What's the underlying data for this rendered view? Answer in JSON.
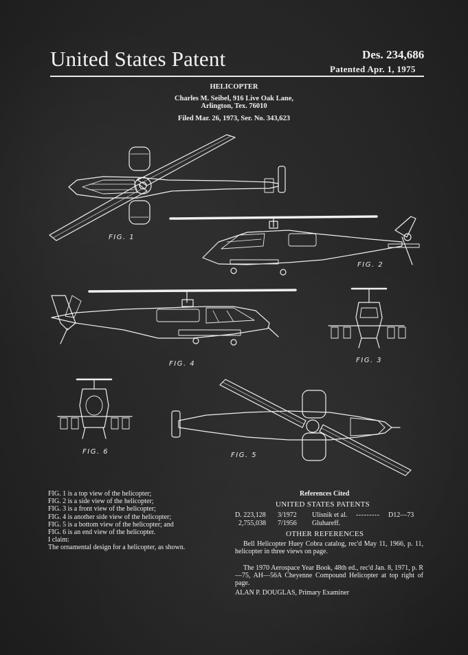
{
  "header": {
    "title": "United States Patent",
    "patent_number": "Des. 234,686",
    "patent_date": "Patented Apr. 1, 1975"
  },
  "patent": {
    "design": "HELICOPTER",
    "inventor_line1": "Charles M. Seibel, 916 Live Oak Lane,",
    "inventor_line2": "Arlington, Tex.   76010",
    "filed": "Filed Mar. 26, 1973, Ser. No. 343,623"
  },
  "figures": {
    "fig1": "FIG. 1",
    "fig2": "FIG. 2",
    "fig3": "FIG. 3",
    "fig4": "FIG. 4",
    "fig5": "FIG. 5",
    "fig6": "FIG. 6"
  },
  "description": {
    "lines": [
      "FIG. 1 is a top view of the helicopter;",
      "FIG. 2 is a side view of the helicopter;",
      "FIG. 3 is a front view of the helicopter;",
      "FIG. 4 is another side view of the helicopter;",
      "FIG. 5 is a bottom view of the helicopter; and",
      "FIG. 6 is an end view of the helicopter.",
      "I claim:",
      "The ornamental design for a helicopter, as shown."
    ]
  },
  "references": {
    "title": "References Cited",
    "us_title": "UNITED STATES PATENTS",
    "us_patents": [
      {
        "number": "D. 223,128",
        "date": "3/1972",
        "name": "Ulisnik et al.",
        "class": "D12—73"
      },
      {
        "number": "2,755,038",
        "date": "7/1956",
        "name": "Gluhareff.",
        "class": ""
      }
    ],
    "other_title": "OTHER REFERENCES",
    "other": [
      "Bell Helicopter Huey Cobra catalog, rec'd May 11, 1966, p. 11, helicopter in three views on page.",
      "The 1970 Aerospace Year Book, 48th ed., rec'd Jan. 8, 1971, p. R—75, AH—56A Cheyenne Compound Helicopter at top right of page."
    ]
  },
  "examiner": "ALAN P. DOUGLAS, Primary Examiner",
  "colors": {
    "background": "#262626",
    "ink": "#f2f2f2"
  }
}
